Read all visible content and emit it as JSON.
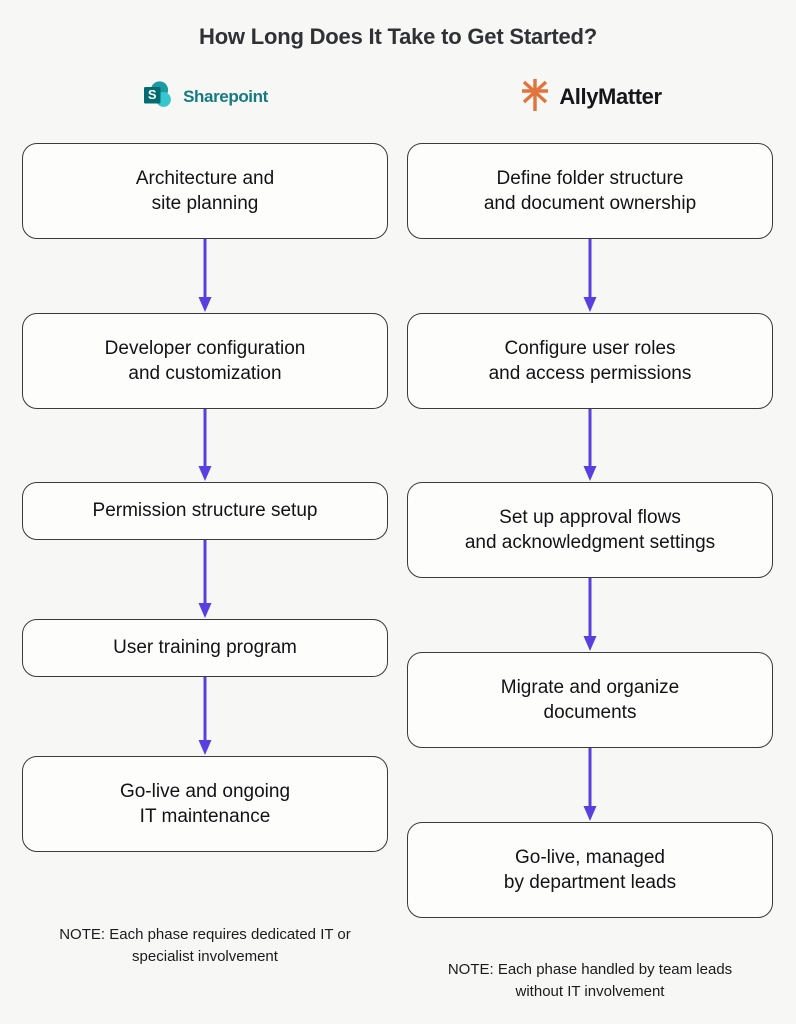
{
  "title": "How Long Does It Take to Get Started?",
  "accent_color": "#5a3fe0",
  "background_color": "#f7f7f5",
  "columns": [
    {
      "brand": {
        "name": "Sharepoint",
        "logo_icon": "sharepoint-logo-icon",
        "logo_colors": [
          "#036C70",
          "#1A9BA1",
          "#37C6D0"
        ]
      },
      "steps": [
        "Architecture and\nsite planning",
        "Developer configuration\nand customization",
        "Permission structure setup",
        "User training program",
        "Go-live and ongoing\nIT maintenance"
      ],
      "note": "NOTE: Each phase requires dedicated IT or specialist involvement"
    },
    {
      "brand": {
        "name": "AllyMatter",
        "logo_icon": "allymatter-starburst-icon",
        "logo_colors": [
          "#E1733C"
        ]
      },
      "steps": [
        "Define folder structure\nand document ownership",
        "Configure user roles\nand access permissions",
        "Set up approval flows\nand acknowledgment settings",
        "Migrate and organize\ndocuments",
        "Go-live, managed\nby department leads"
      ],
      "note": "NOTE: Each phase handled by team leads without IT involvement"
    }
  ]
}
